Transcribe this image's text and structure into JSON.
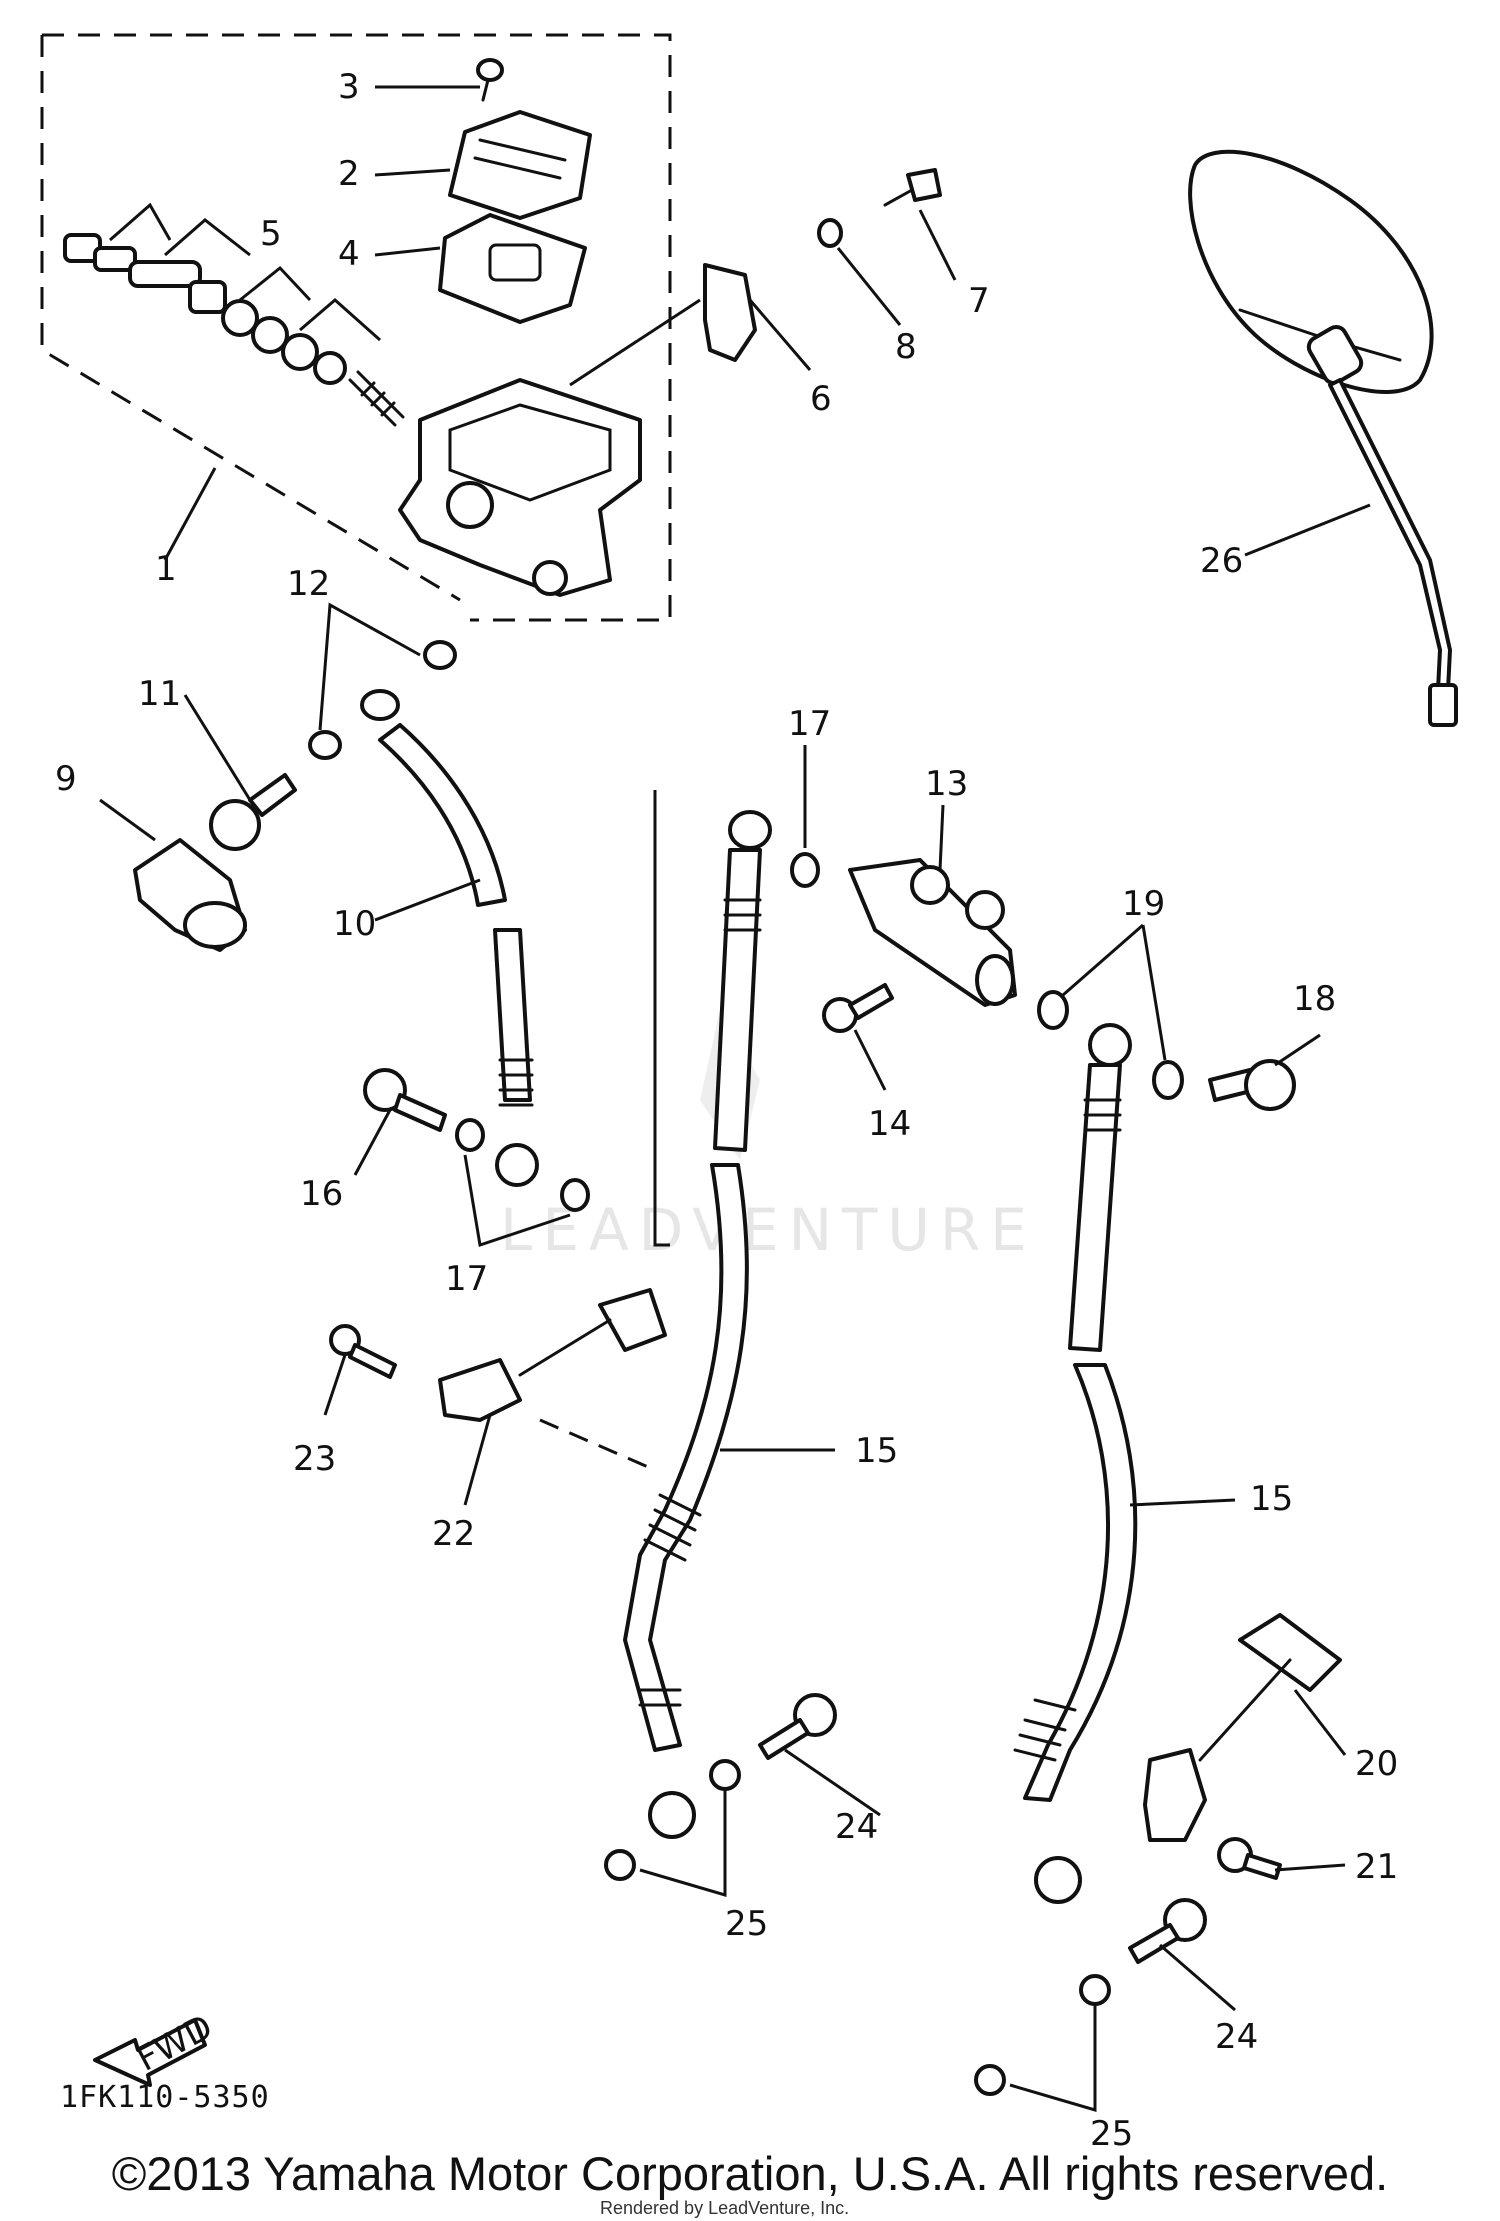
{
  "callouts": {
    "c1": "1",
    "c2": "2",
    "c3": "3",
    "c4": "4",
    "c5": "5",
    "c6": "6",
    "c7": "7",
    "c8": "8",
    "c9": "9",
    "c10": "10",
    "c11": "11",
    "c12": "12",
    "c13": "13",
    "c14": "14",
    "c15a": "15",
    "c15b": "15",
    "c16": "16",
    "c17a": "17",
    "c17b": "17",
    "c18": "18",
    "c19": "19",
    "c20": "20",
    "c21": "21",
    "c22": "22",
    "c23": "23",
    "c24a": "24",
    "c24b": "24",
    "c25a": "25",
    "c25b": "25",
    "c26": "26"
  },
  "fwd_label": "FWD",
  "diagram_code": "1FK110-5350",
  "watermark": "LEADVENTURE",
  "copyright": "©2013 Yamaha Motor Corporation, U.S.A. All rights reserved.",
  "rendered_by": "Rendered by LeadVenture, Inc."
}
